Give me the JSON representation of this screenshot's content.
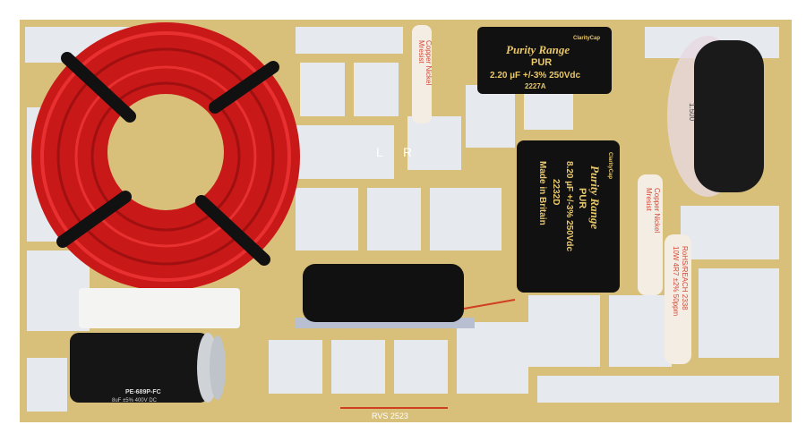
{
  "photo": {
    "subject": "",
    "board": {
      "silkscreen_left": "L",
      "silkscreen_right": "R",
      "bottom_marking": "RVS 2523"
    },
    "cap_small": {
      "brand": "ClarityCap",
      "series": "Purity Range",
      "model": "PUR",
      "rating": "2.20 µF +/-3% 250Vdc",
      "code": "2227A"
    },
    "cap_large": {
      "brand": "ClarityCap",
      "series": "Purity Range",
      "model": "PUR",
      "rating": "8.20 µF +/-3% 250Vdc",
      "code": "2232D",
      "origin": "Made in Britain"
    },
    "cap_bottom": {
      "model": "PE-689P-FC",
      "rating": "8uF ±5% 400V DC"
    },
    "resistor_top": {
      "brand": "Mresist",
      "type": "Copper Nickel"
    },
    "resistor_mid": {
      "brand": "Mresist",
      "type": "Copper Nickel"
    },
    "resistor_right": {
      "rating": "10W 4R7 ±2% 50ppm",
      "compliance": "RoHS/REACH 2338"
    },
    "coil_right_label": "1.500",
    "colors": {
      "pcb": "#d8c07a",
      "copper_pads": "#e6e9ee",
      "coil_wire": "#d81e1e",
      "capacitor": "#111111"
    }
  }
}
